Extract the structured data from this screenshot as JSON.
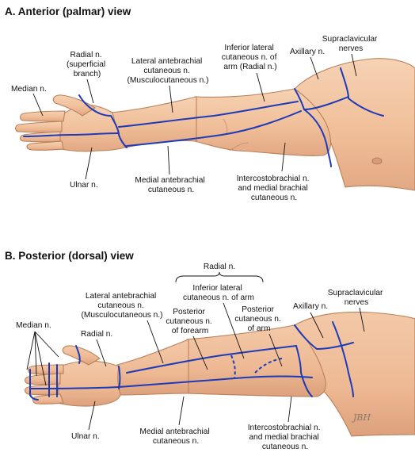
{
  "panel_a": {
    "title": "A. Anterior (palmar) view",
    "labels": {
      "median": [
        "Median n."
      ],
      "radial_superficial": [
        "Radial n.",
        "(superficial",
        "branch)"
      ],
      "lateral_antebrachial": [
        "Lateral antebrachial",
        "cutaneous n.",
        "(Musculocutaneous n.)"
      ],
      "inferior_lateral": [
        "Inferior lateral",
        "cutaneous n. of",
        "arm (Radial n.)"
      ],
      "axillary": [
        "Axillary n."
      ],
      "supraclavicular": [
        "Supraclavicular",
        "nerves"
      ],
      "ulnar": [
        "Ulnar n."
      ],
      "medial_antebrachial": [
        "Medial antebrachial",
        "cutaneous n."
      ],
      "intercostobrachial": [
        "Intercostobrachial n.",
        "and medial brachial",
        "cutaneous n."
      ]
    }
  },
  "panel_b": {
    "title": "B. Posterior (dorsal) view",
    "labels": {
      "radial_group": [
        "Radial n."
      ],
      "inferior_lateral": [
        "Inferior lateral",
        "cutaneous n. of arm"
      ],
      "lateral_antebrachial": [
        "Lateral antebrachial",
        "cutaneous n.",
        "(Musculocutaneous n.)"
      ],
      "posterior_forearm": [
        "Posterior",
        "cutaneous n.",
        "of forearm"
      ],
      "posterior_arm": [
        "Posterior",
        "cutaneous n.",
        "of arm"
      ],
      "axillary": [
        "Axillary n."
      ],
      "supraclavicular": [
        "Supraclavicular",
        "nerves"
      ],
      "median": [
        "Median n."
      ],
      "radial": [
        "Radial n."
      ],
      "ulnar": [
        "Ulnar n."
      ],
      "medial_antebrachial": [
        "Medial antebrachial",
        "cutaneous n."
      ],
      "intercostobrachial": [
        "Intercostobrachial n.",
        "and medial brachial",
        "cutaneous n."
      ]
    },
    "signature": "JBH"
  },
  "colors": {
    "nerve": "#1d3bb8",
    "skin": "#f2c3a0",
    "skin_edge": "#b9805a"
  }
}
